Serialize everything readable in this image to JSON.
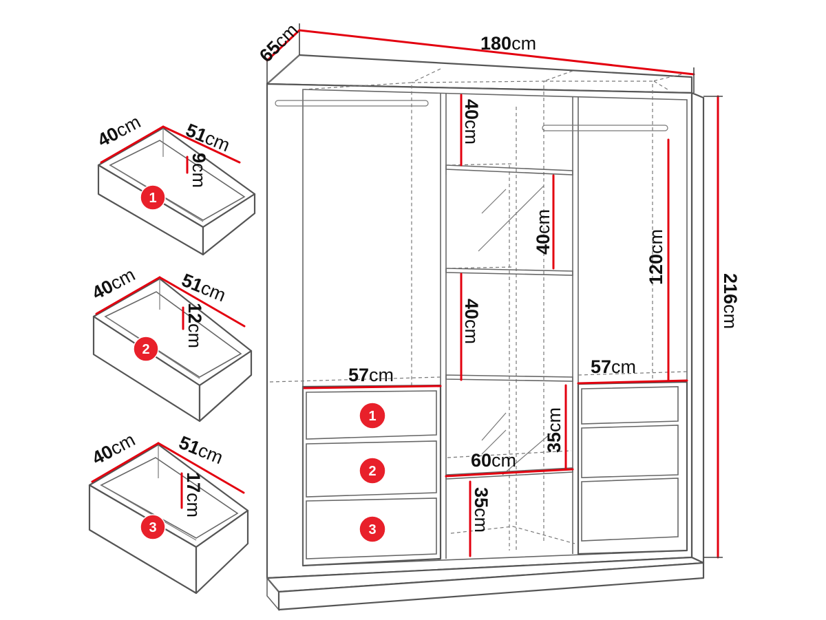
{
  "unit": "cm",
  "overall": {
    "depth": "65",
    "width": "180",
    "height": "216"
  },
  "drawers": [
    {
      "number": "1",
      "width": "40",
      "depth": "51",
      "height": "9"
    },
    {
      "number": "2",
      "width": "40",
      "depth": "51",
      "height": "12"
    },
    {
      "number": "3",
      "width": "40",
      "depth": "51",
      "height": "17"
    }
  ],
  "compartments": {
    "top_center_shelf": "40",
    "mirror_shelf": "40",
    "middle_center_shelf": "40",
    "right_hanging": "120",
    "left_drawer_width": "57",
    "right_drawer_width": "57",
    "center_low_width": "60",
    "center_low_upper_height": "35",
    "center_low_bottom_height": "35"
  },
  "wardrobe_drawer_badges": [
    "1",
    "2",
    "3"
  ]
}
